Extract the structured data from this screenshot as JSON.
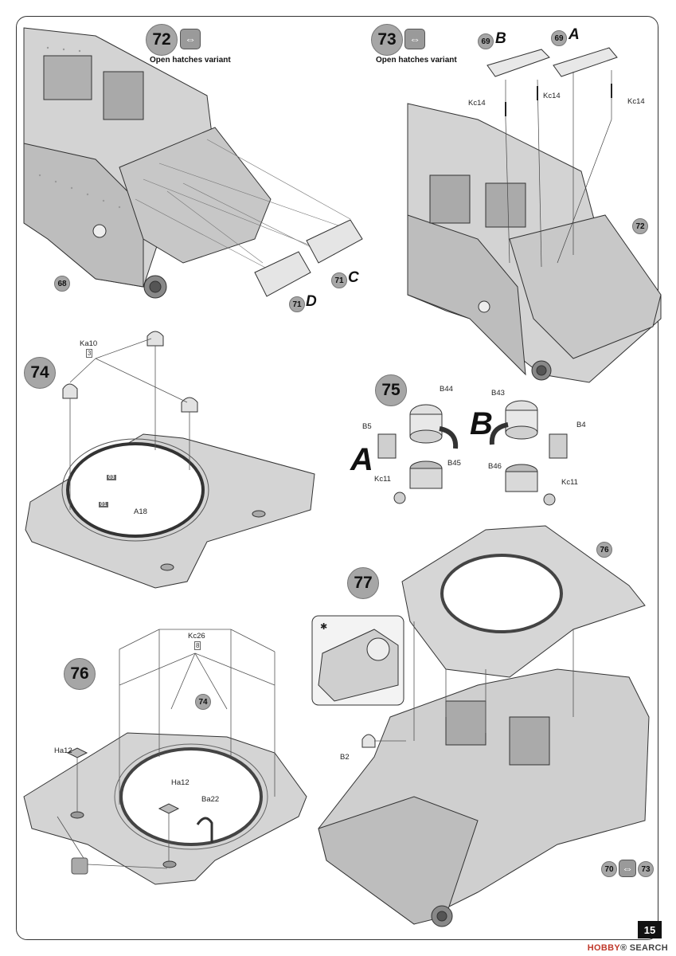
{
  "page_number": "15",
  "watermark": {
    "brand": "HOBBY",
    "suffix": "SEARCH",
    "reg": "®"
  },
  "steps": {
    "s72": {
      "number": "72",
      "caption": "Open hatches variant"
    },
    "s73": {
      "number": "73",
      "caption": "Open hatches variant"
    },
    "s74": {
      "number": "74"
    },
    "s75": {
      "number": "75"
    },
    "s76": {
      "number": "76"
    },
    "s77": {
      "number": "77"
    }
  },
  "labels": {
    "s72_ref68": "68",
    "s72_ref71c": "71",
    "s72_c": "C",
    "s72_ref71d": "71",
    "s72_d": "D",
    "s73_ref69b": "69",
    "s73_b": "B",
    "s73_ref69a": "69",
    "s73_a": "A",
    "s73_kc14_1": "Kc14",
    "s73_kc14_2": "Kc14",
    "s73_kc14_3": "Kc14",
    "s73_ref72": "72",
    "s74_ka10": "Ka10",
    "s74_qty3": "3",
    "s74_tag03": "03",
    "s74_tag01": "01",
    "s74_a18": "A18",
    "s75_b44": "B44",
    "s75_b43": "B43",
    "s75_b5": "B5",
    "s75_b4": "B4",
    "s75_b45": "B45",
    "s75_b46": "B46",
    "s75_kc11a": "Kc11",
    "s75_kc11b": "Kc11",
    "s75_a": "A",
    "s75_b": "B",
    "s76_kc26": "Kc26",
    "s76_qty8": "8",
    "s76_ref74": "74",
    "s76_ha12a": "Ha12",
    "s76_ha12b": "Ha12",
    "s76_ba22": "Ba22",
    "s77_ref76": "76",
    "s77_b2": "B2",
    "s77_ref70": "70",
    "s77_ref73": "73"
  },
  "icons": {
    "swap": "swap-arrows-icon",
    "glue": "glue-icon",
    "detail": "cement-icon"
  }
}
